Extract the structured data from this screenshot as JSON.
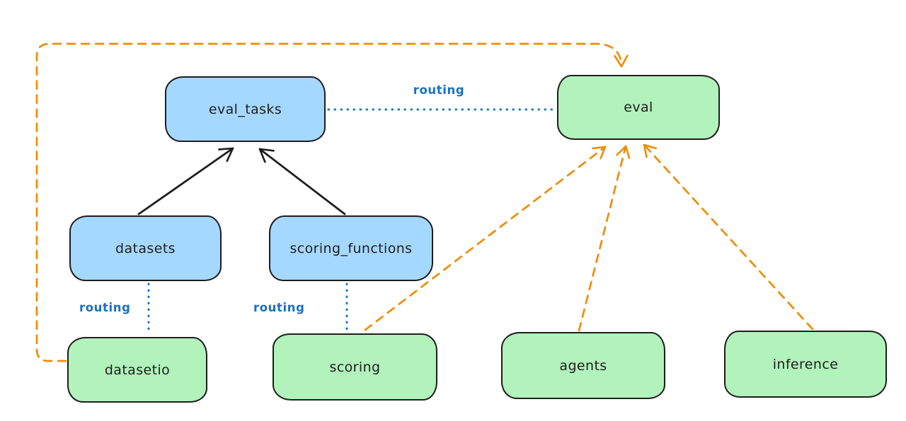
{
  "diagram": {
    "type": "flowchart",
    "background": "#ffffff",
    "palette": {
      "node_stroke": "#1e1e1e",
      "blue_node_fill": "#a5d8ff",
      "green_node_fill": "#b2f2bb",
      "solid_arrow_color": "#1e1e1e",
      "dashed_arrow_color": "#f08c00",
      "dotted_line_color": "#1971c2",
      "routing_label_color": "#1971c2"
    },
    "nodes": [
      {
        "id": "eval_tasks",
        "label": "eval_tasks",
        "fill": "blue"
      },
      {
        "id": "eval",
        "label": "eval",
        "fill": "green"
      },
      {
        "id": "datasets",
        "label": "datasets",
        "fill": "blue"
      },
      {
        "id": "scoring_functions",
        "label": "scoring_functions",
        "fill": "blue"
      },
      {
        "id": "datasetio",
        "label": "datasetio",
        "fill": "green"
      },
      {
        "id": "scoring",
        "label": "scoring",
        "fill": "green"
      },
      {
        "id": "agents",
        "label": "agents",
        "fill": "green"
      },
      {
        "id": "inference",
        "label": "inference",
        "fill": "green"
      }
    ],
    "edges": [
      {
        "from": "datasets",
        "to": "eval_tasks",
        "style": "solid-arrow",
        "color": "#1e1e1e",
        "label": ""
      },
      {
        "from": "scoring_functions",
        "to": "eval_tasks",
        "style": "solid-arrow",
        "color": "#1e1e1e",
        "label": ""
      },
      {
        "from": "eval_tasks",
        "to": "eval",
        "style": "dotted-line",
        "color": "#1971c2",
        "label": "routing"
      },
      {
        "from": "datasets",
        "to": "datasetio",
        "style": "dotted-line",
        "color": "#1971c2",
        "label": "routing"
      },
      {
        "from": "scoring_functions",
        "to": "scoring",
        "style": "dotted-line",
        "color": "#1971c2",
        "label": "routing"
      },
      {
        "from": "datasetio",
        "to": "eval",
        "style": "dashed-arrow",
        "color": "#f08c00",
        "label": ""
      },
      {
        "from": "scoring",
        "to": "eval",
        "style": "dashed-arrow",
        "color": "#f08c00",
        "label": ""
      },
      {
        "from": "agents",
        "to": "eval",
        "style": "dashed-arrow",
        "color": "#f08c00",
        "label": ""
      },
      {
        "from": "inference",
        "to": "eval",
        "style": "dashed-arrow",
        "color": "#f08c00",
        "label": ""
      }
    ]
  }
}
